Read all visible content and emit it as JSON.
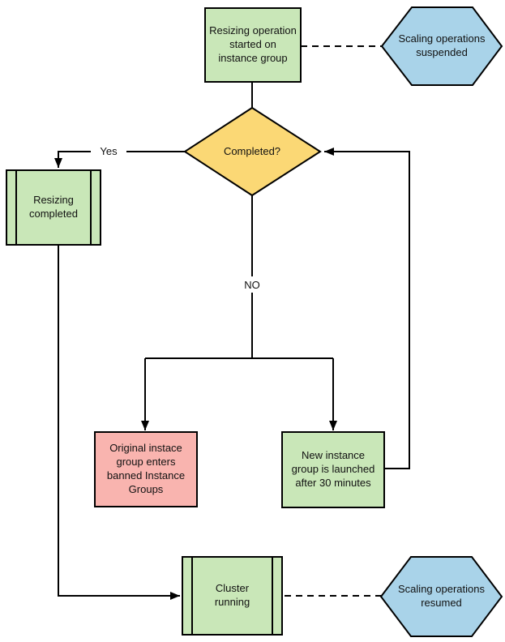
{
  "diagram": {
    "type": "flowchart",
    "colors": {
      "green": "#c9e7b8",
      "blue": "#a9d3e9",
      "yellow": "#fbd875",
      "pink": "#f9b4af",
      "line": "#000000",
      "text": "#111111",
      "background": "#ffffff"
    },
    "nodes": {
      "start": {
        "shape": "process",
        "label": "Resizing operation\nstarted on\ninstance group"
      },
      "suspended": {
        "shape": "hexagon",
        "label": "Scaling operations\nsuspended"
      },
      "completed": {
        "shape": "decision",
        "label": "Completed?"
      },
      "resizing_completed": {
        "shape": "predefined-process",
        "label": "Resizing\ncompleted"
      },
      "banned_group": {
        "shape": "process",
        "label": "Original instace\ngroup enters\nbanned Instance\nGroups"
      },
      "new_group": {
        "shape": "process",
        "label": "New instance\ngroup is launched\nafter 30 minutes"
      },
      "cluster_running": {
        "shape": "predefined-process",
        "label": "Cluster\nrunning"
      },
      "resumed": {
        "shape": "hexagon",
        "label": "Scaling operations\nresumed"
      }
    },
    "edge_labels": {
      "yes": "Yes",
      "no": "NO"
    }
  }
}
